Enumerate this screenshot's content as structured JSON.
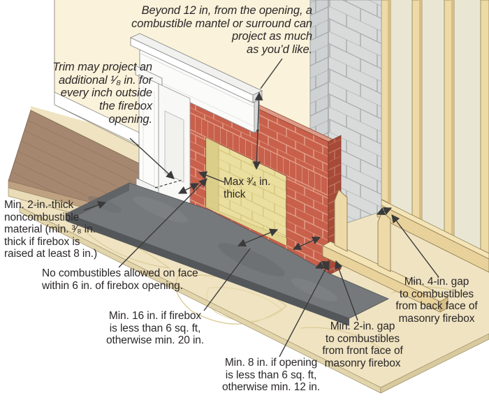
{
  "figure": {
    "kind": "fireplace-clearance-cutaway-diagram",
    "colors": {
      "wall_cream": "#faf2da",
      "brick_face": "#c8604b",
      "brick_side": "#a84a38",
      "concrete_block": "#d9dbda",
      "firebrick": "#ebdf9f",
      "hearth_slab": "#76797c",
      "wood_floor": "#a5876f",
      "plywood": "#efe3c1",
      "framing_wood": "#ecd8a5",
      "annotation_line": "#3a3a3a"
    }
  },
  "labels": {
    "beyond_12": {
      "lines": [
        "Beyond 12 in, from the opening, a",
        "combustible mantel or surround can",
        "project as much",
        "as you’d like."
      ]
    },
    "trim_projection": {
      "lines": [
        "Trim may project an",
        "additional ¹⁄₈ in. for",
        "every inch outside",
        "the firebox",
        "opening."
      ]
    },
    "max_thickness": {
      "lines": [
        "Max ³⁄₄ in.",
        "thick"
      ]
    },
    "min_thickness": {
      "lines": [
        "Min. 2-in.-thick",
        "noncombustible",
        "material (min. ³⁄₈ in.",
        "thick if firebox is",
        "raised at least 8 in.)"
      ]
    },
    "no_combustibles": {
      "lines": [
        "No combustibles allowed on face",
        "within 6 in. of firebox opening."
      ]
    },
    "min_16": {
      "lines": [
        "Min. 16 in. if firebox",
        "is less than 6 sq. ft,",
        "otherwise min. 20 in."
      ]
    },
    "min_8": {
      "lines": [
        "Min. 8 in. if opening",
        "is less than 6 sq. ft,",
        "otherwise min. 12 in."
      ]
    },
    "gap_front": {
      "lines": [
        "Min. 2-in. gap",
        "to combustibles",
        "from front face of",
        "masonry firebox"
      ]
    },
    "gap_back": {
      "lines": [
        "Min. 4-in. gap",
        "to combustibles",
        "from back face of",
        "masonry firebox"
      ]
    }
  }
}
